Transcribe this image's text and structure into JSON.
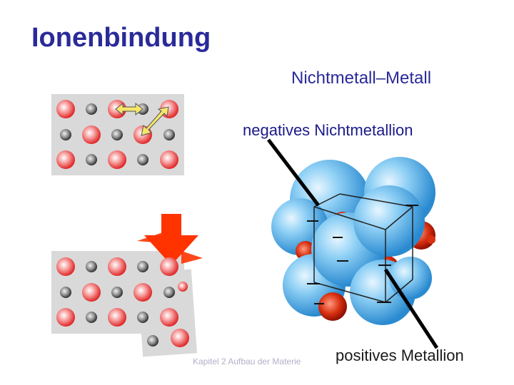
{
  "title": "Ionenbindung",
  "subtitle": "Nichtmetall–Metall",
  "labels": {
    "negative_ion": "negatives Nichtmetallion",
    "positive_ion": "positives Metallion"
  },
  "footer": "Kapitel 2 Aufbau der Materie",
  "colors": {
    "title": "#2a2a9a",
    "large_ion": "#e83030",
    "small_ion": "#505050",
    "anion_sphere": "#4aa8e0",
    "arrow": "#ff3300",
    "force_arrow": "#f5e66a"
  }
}
